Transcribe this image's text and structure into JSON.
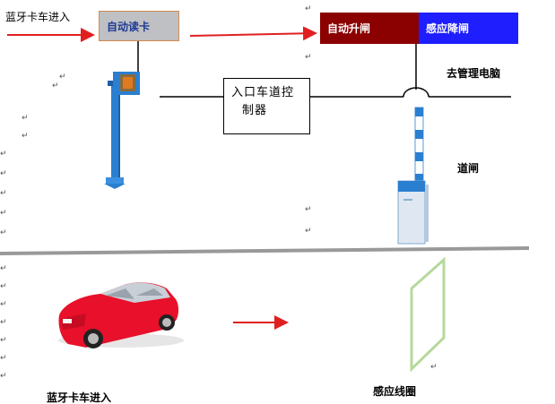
{
  "labels": {
    "bluetooth_entry": "蓝牙卡车进入",
    "auto_read": "自动读卡",
    "auto_raise": "自动升闸",
    "sense_lower": "感应降闸",
    "controller_line1": "入口车道控",
    "controller_line2": "制器",
    "to_pc": "去管理电脑",
    "barrier": "道闸",
    "loop": "感应线圈",
    "bottom_left_cut": "蓝牙卡车进入"
  },
  "marks": {
    "return": "↵"
  },
  "colors": {
    "arrow_red": "#e02020",
    "raise_bg": "#8b0000",
    "lower_bg": "#1e1eff",
    "reader_bg": "#bfc0c4",
    "post_blue": "#2a7fd0",
    "loop_green": "#b5d99c",
    "car_red": "#e8102a",
    "ground": "#999999"
  }
}
